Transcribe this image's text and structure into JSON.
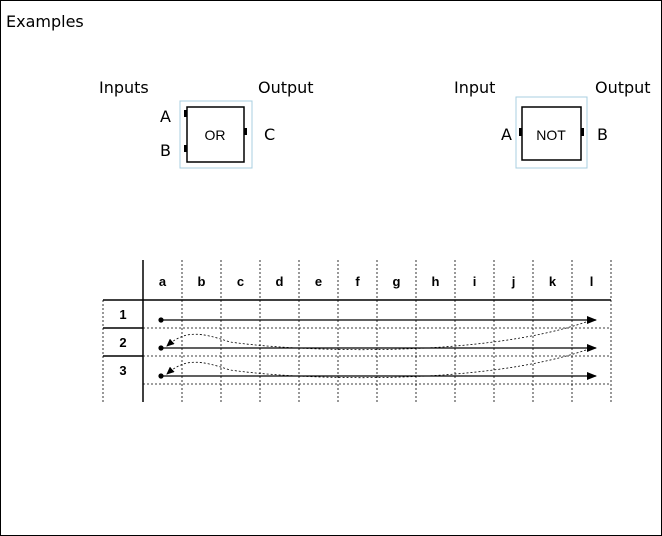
{
  "title": "Examples",
  "or_example": {
    "left_label": "Inputs",
    "right_label": "Output",
    "gate_label": "OR",
    "input_a": "A",
    "input_b": "B",
    "output": "C"
  },
  "not_example": {
    "left_label": "Input",
    "right_label": "Output",
    "gate_label": "NOT",
    "input": "A",
    "output": "B"
  },
  "grid": {
    "columns": [
      "a",
      "b",
      "c",
      "d",
      "e",
      "f",
      "g",
      "h",
      "i",
      "j",
      "k",
      "l"
    ],
    "rows": [
      "1",
      "2",
      "3"
    ]
  },
  "colors": {
    "gate_outline": "#a8cfe0",
    "ink": "#000000"
  }
}
